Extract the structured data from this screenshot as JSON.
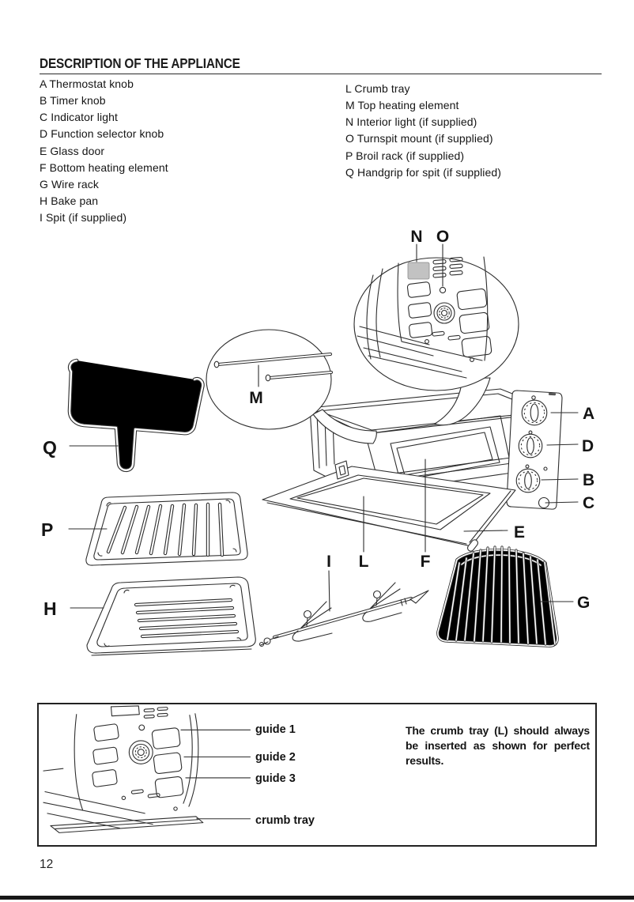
{
  "header": {
    "title": "DESCRIPTION OF THE APPLIANCE"
  },
  "parts_list": {
    "left": [
      "A Thermostat knob",
      "B Timer knob",
      "C Indicator light",
      "D Function selector knob",
      "E Glass door",
      "F Bottom heating element",
      "G Wire rack",
      "H Bake pan",
      "I Spit (if supplied)"
    ],
    "right": [
      "L Crumb tray",
      "M Top heating element",
      "N Interior light (if supplied)",
      "O Turnspit mount (if supplied)",
      "P Broil rack (if supplied)",
      "Q Handgrip for spit (if supplied)"
    ]
  },
  "diagram": {
    "labels": {
      "A": "A",
      "B": "B",
      "C": "C",
      "D": "D",
      "E": "E",
      "F": "F",
      "G": "G",
      "H": "H",
      "I": "I",
      "L": "L",
      "M": "M",
      "N": "N",
      "O": "O",
      "P": "P",
      "Q": "Q"
    }
  },
  "inset": {
    "guides": [
      "guide 1",
      "guide 2",
      "guide 3",
      "crumb tray"
    ],
    "note": "The crumb tray (L) should always be inserted as shown for perfect results."
  },
  "footer": {
    "page_number": "12"
  },
  "colors": {
    "ink": "#1c1c1c",
    "stroke": "#2e2e2e",
    "light_fill": "#c2c2c2"
  }
}
